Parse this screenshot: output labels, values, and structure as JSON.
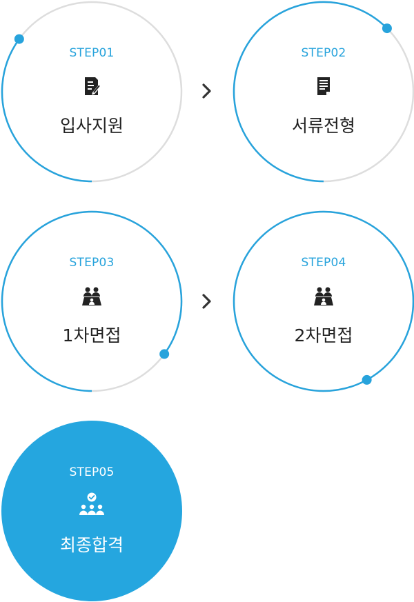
{
  "colors": {
    "accent": "#27a3dc",
    "ring_base": "#dddddd",
    "text": "#222222",
    "icon": "#222222",
    "final_fill": "#25a6df"
  },
  "steps": [
    {
      "label": "STEP01",
      "title": "입사지원",
      "icon": "document-pen-icon",
      "progress": 0.35
    },
    {
      "label": "STEP02",
      "title": "서류전형",
      "icon": "document-list-icon",
      "progress": 0.625
    },
    {
      "label": "STEP03",
      "title": "1차면접",
      "icon": "interview-icon",
      "progress": 0.85
    },
    {
      "label": "STEP04",
      "title": "2차면접",
      "icon": "interview-icon",
      "progress": 1.0
    },
    {
      "label": "STEP05",
      "title": "최종합격",
      "icon": "pass-group-icon",
      "progress": 1.0
    }
  ],
  "arrows": [
    "chevron-right-icon",
    "chevron-right-icon"
  ]
}
